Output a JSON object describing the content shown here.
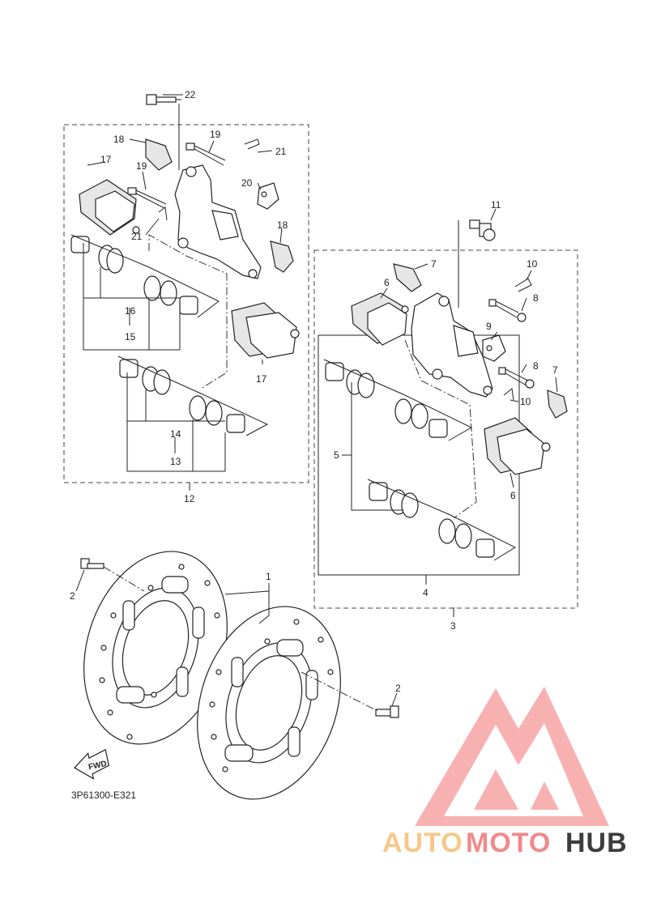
{
  "diagram_code": "3P61300-E321",
  "fwd_label": "FWD",
  "brand": {
    "part1": "AUTO",
    "part2": "MOTO",
    "part3": "HUB",
    "color_light": "#f6c98a",
    "color_mid": "#f08a8a",
    "color_dark": "#3c3c3c"
  },
  "callouts": {
    "c1": "1",
    "c2a": "2",
    "c2b": "2",
    "c3": "3",
    "c4": "4",
    "c5": "5",
    "c6a": "6",
    "c6b": "6",
    "c7a": "7",
    "c7b": "7",
    "c8a": "8",
    "c8b": "8",
    "c9": "9",
    "c10a": "10",
    "c10b": "10",
    "c11": "11",
    "c12": "12",
    "c13": "13",
    "c14": "14",
    "c15": "15",
    "c16": "16",
    "c17a": "17",
    "c17b": "17",
    "c18a": "18",
    "c18b": "18",
    "c19a": "19",
    "c19b": "19",
    "c20": "20",
    "c21a": "21",
    "c21b": "21",
    "c22": "22"
  }
}
